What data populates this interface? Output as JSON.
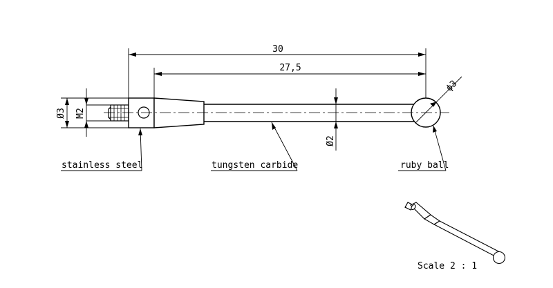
{
  "dimensions": {
    "overall_length": "30",
    "shaft_length": "27,5",
    "ball_diameter": "ϕ3",
    "shaft_diameter": "Ø2",
    "body_diameter": "Ø3",
    "thread": "M2"
  },
  "labels": {
    "body_material": "stainless steel",
    "shaft_material": "tungsten carbide",
    "tip_material": "ruby ball"
  },
  "scale": "Scale 2 : 1"
}
